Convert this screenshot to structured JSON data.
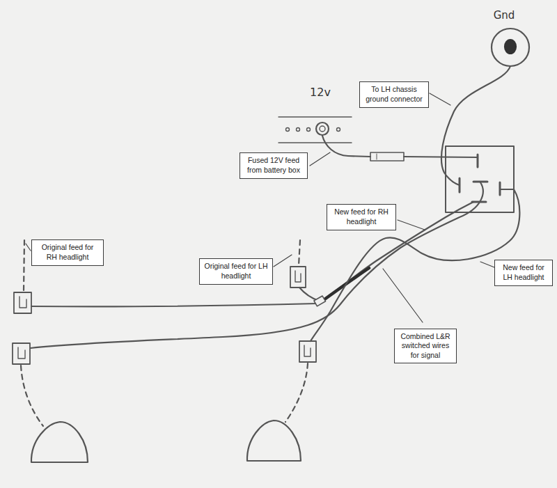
{
  "diagram": {
    "nodes": [
      {
        "text": [
          "To LH chassis ground connector"
        ]
      },
      {
        "text": [
          "Fused 12V feed from battery box"
        ]
      },
      {
        "text": [
          "New feed for RH headlight"
        ]
      },
      {
        "text": [
          "Original feed for RH headlight"
        ]
      },
      {
        "text": [
          "New feed for LH headlight"
        ]
      },
      {
        "text": [
          "Original feed for LH headlight"
        ]
      },
      {
        "text": [
          "Combined L&R switched wires for signal"
        ]
      }
    ],
    "labels": [
      "Gnd",
      "12v"
    ]
  }
}
